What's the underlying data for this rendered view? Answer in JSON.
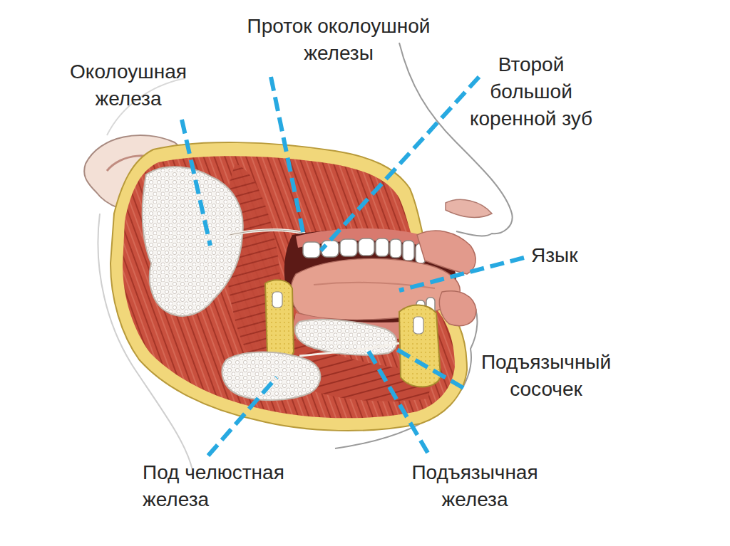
{
  "diagram": {
    "labels": [
      "Проток околоушной железы",
      "Околоушная железа",
      "Второй большой коренной зуб",
      "Язык",
      "Подъязычный сосочек",
      "Под челюстная железа",
      "Подъязычная железа"
    ]
  }
}
